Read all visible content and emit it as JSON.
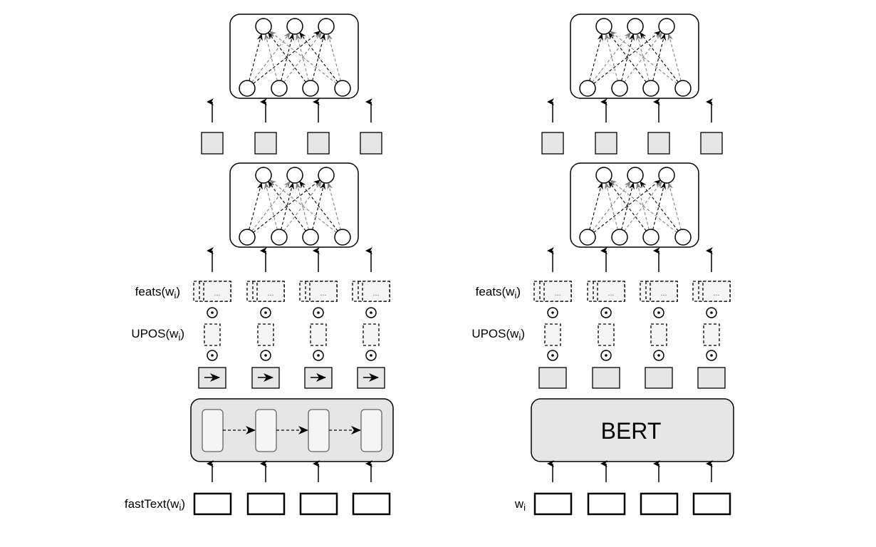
{
  "figure": {
    "description": "Two model architectures side by side: left uses fastText + BiLSTM encoder, right uses BERT encoder; both followed by UPOS and feats gating and two stacked fully-connected layers.",
    "columns_per_panel": 4
  },
  "left_panel": {
    "name": "fasttext-lstm-model",
    "input_label": "fastText(w",
    "input_label_sub": "i",
    "input_label_close": ")",
    "encoder": "recurrent-chain",
    "encoder_label": "",
    "upos_label": "UPOS(w",
    "upos_label_sub": "i",
    "upos_label_close": ")",
    "feats_label": "feats(w",
    "feats_label_sub": "i",
    "feats_label_close": ")",
    "feats_ellipsis": "...",
    "gate_symbol": "⊙",
    "token_repr_icon": "arrow-right-icon"
  },
  "right_panel": {
    "name": "bert-model",
    "input_label": "w",
    "input_label_sub": "i",
    "input_label_close": "",
    "encoder": "bert-block",
    "encoder_label": "BERT",
    "upos_label": "UPOS(w",
    "upos_label_sub": "i",
    "upos_label_close": ")",
    "feats_label": "feats(w",
    "feats_label_sub": "i",
    "feats_label_close": ")",
    "feats_ellipsis": "...",
    "gate_symbol": "⊙",
    "token_repr_icon": ""
  },
  "dense_layer": {
    "input_nodes": 4,
    "output_nodes": 3
  },
  "colors": {
    "stroke": "#000000",
    "gray_fill": "#e6e6e6",
    "light_fill": "#f5f5f5",
    "dashed_gray": "#808080",
    "ellipsis": "#3a6fb0"
  }
}
